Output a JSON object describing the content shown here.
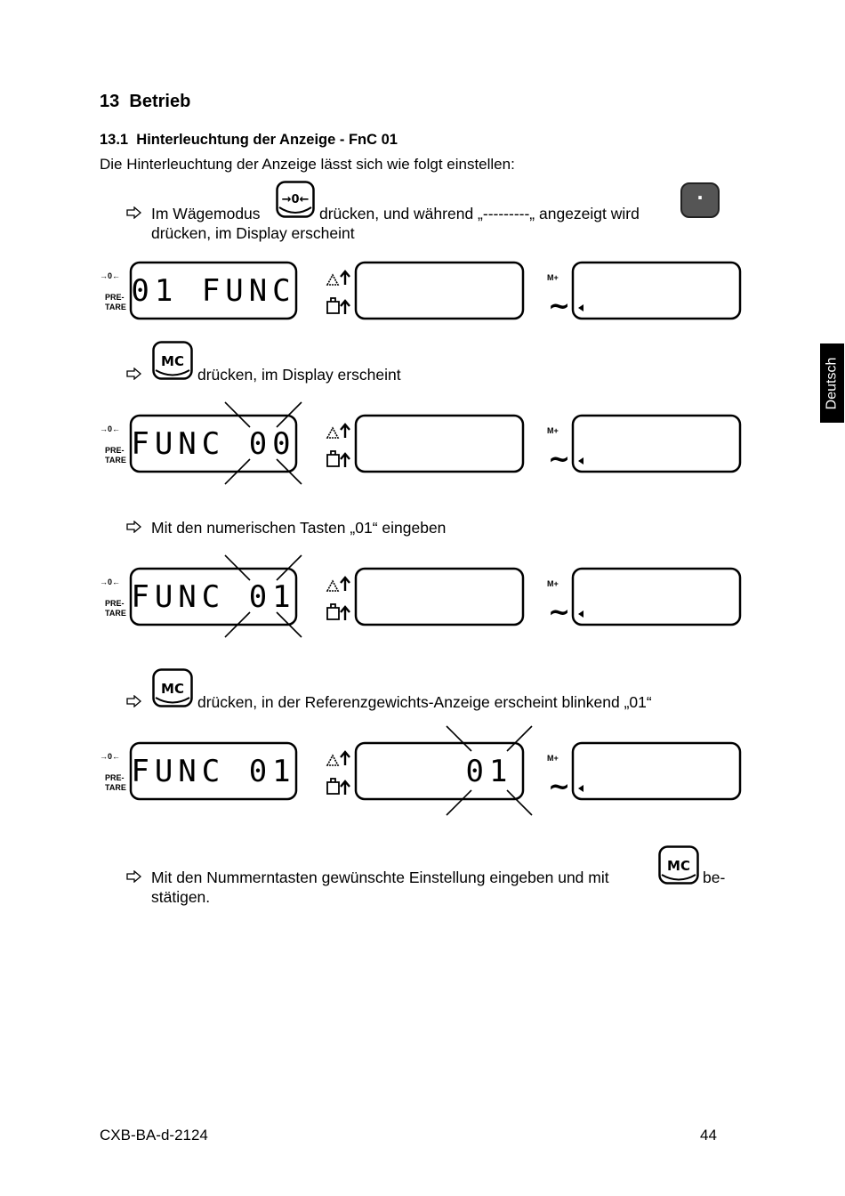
{
  "section": {
    "number": "13",
    "title": "Betrieb"
  },
  "subsection": {
    "number": "13.1",
    "title": "Hinterleuchtung der Anzeige - FnC 01"
  },
  "intro": "Die Hinterleuchtung der Anzeige lässt sich wie folgt einstellen:",
  "steps": {
    "s1_a": "Im Wägemodus",
    "s1_b": "drücken, und während „---------„ angezeigt wird",
    "s1_c": "drücken, im Display erscheint",
    "s2": "drücken, im Display erscheint",
    "s3": "Mit den numerischen Tasten „01“ eingeben",
    "s4": "drücken, in der Referenzgewichts-Anzeige erscheint blinkend „01“",
    "s5_a": "Mit den Nummerntasten gewünschte Einstellung eingeben und mit",
    "s5_b": "be-",
    "s5_c": "stätigen."
  },
  "keys": {
    "zero": "→0←",
    "dot": "·",
    "mc": "MC"
  },
  "display": {
    "zero_label": "→0←",
    "pretare_label": "PRE-\nTARE",
    "pre": "PRE-",
    "tare": "TARE",
    "mplus": "M+",
    "tilde": "~",
    "panel1_weight": "01 FUNC",
    "panel2_weight": "FUNC 00",
    "panel3_weight": "FUNC 01",
    "panel4_weight": "FUNC 01",
    "panel4_ref": "01"
  },
  "side_tab": "Deutsch",
  "footer": {
    "doc": "CXB-BA-d-2124",
    "page": "44"
  }
}
